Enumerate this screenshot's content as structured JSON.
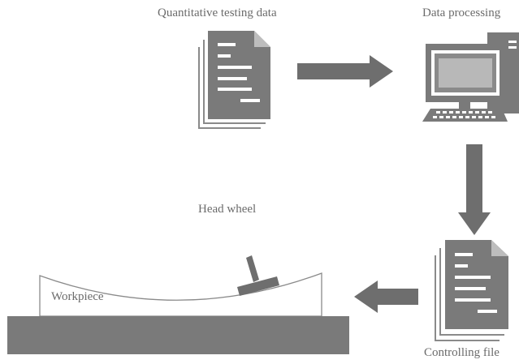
{
  "labels": {
    "quantitative_testing_data": "Quantitative testing data",
    "data_processing": "Data processing",
    "head_wheel": "Head wheel",
    "workpiece": "Workpiece",
    "controlling_file": "Controlling file"
  },
  "colors": {
    "shape_fill": "#787878",
    "text": "#6b6b6b",
    "line": "#909090",
    "background": "#ffffff"
  },
  "icons": [
    "document-stack-icon",
    "computer-icon",
    "arrow-right-icon",
    "arrow-down-icon",
    "arrow-left-icon",
    "head-wheel-icon",
    "base-plate-icon"
  ]
}
